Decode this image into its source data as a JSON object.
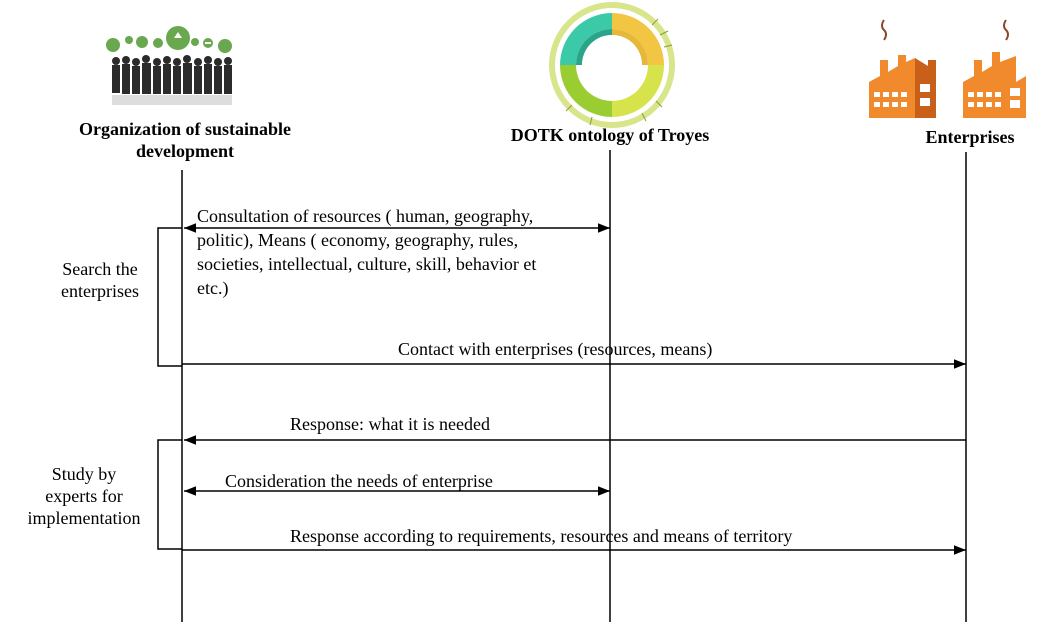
{
  "actors": [
    {
      "id": "org",
      "title_line1": "Organization of sustainable",
      "title_line2": "development"
    },
    {
      "id": "dotk",
      "title": "DOTK ontology of Troyes"
    },
    {
      "id": "ent",
      "title": "Enterprises"
    }
  ],
  "phases": [
    {
      "label_line1": "Search the",
      "label_line2": "enterprises"
    },
    {
      "label_line1": "Study by",
      "label_line2": "experts for",
      "label_line3": "implementation"
    }
  ],
  "messages": [
    {
      "line1": "Consultation of resources ( human, geography,",
      "line2": "politic), Means ( economy, geography, rules,",
      "line3": "societies, intellectual, culture, skill, behavior et",
      "line4": "etc.)"
    },
    {
      "text": "Contact with enterprises (resources, means)"
    },
    {
      "text": "Response: what it is needed"
    },
    {
      "text": "Consideration the needs of enterprise"
    },
    {
      "text": "Response according to requirements, resources and  means of territory"
    }
  ],
  "colors": {
    "line": "#000000",
    "factory": "#f08a2c",
    "factory_dark": "#c9601a",
    "smoke": "#8a4a2a",
    "donut_green": "#9acd32",
    "donut_teal": "#3cc9a8",
    "donut_yellow": "#f2c542"
  }
}
